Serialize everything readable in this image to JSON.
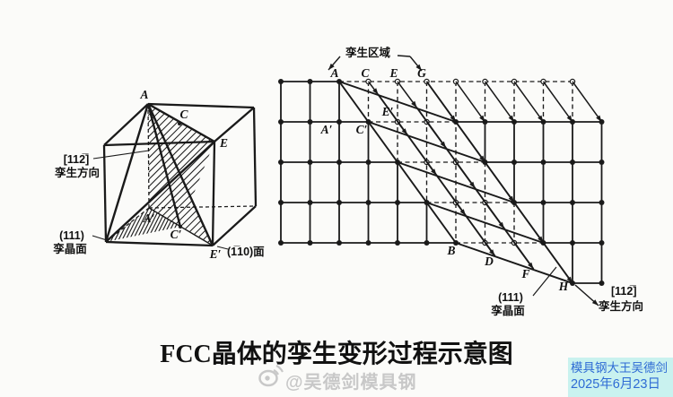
{
  "title": "FCC晶体的孪生变形过程示意图",
  "cube": {
    "points": {
      "A": "A",
      "C": "C",
      "E": "E",
      "A_prime": "A′",
      "C_prime": "C′",
      "E_prime": "E′"
    },
    "twin_direction_index": "[112̅]",
    "twin_direction_text": "孪生方向",
    "twin_plane_index": "(111)",
    "twin_plane_text": "孪晶面",
    "projection_plane": "(1̅10)面"
  },
  "lattice": {
    "region_label": "孪生区域",
    "points": {
      "A": "A",
      "C": "C",
      "E": "E",
      "G": "G",
      "A_prime": "A′",
      "C_prime": "C′",
      "E_prime": "E′",
      "B": "B",
      "D": "D",
      "F": "F",
      "H": "H"
    },
    "twin_plane_index": "(111)",
    "twin_plane_text": "孪晶面",
    "twin_direction_index": "[112̅]",
    "twin_direction_text": "孪生方向"
  },
  "watermark_center": {
    "handle": "@吴德剑模具钢"
  },
  "watermark_badge": {
    "line1": "模具钢大王吴德剑",
    "line2": "2025年6月23日",
    "text_color": "#2e6bd4",
    "bg_color": "#c9f2ef"
  }
}
